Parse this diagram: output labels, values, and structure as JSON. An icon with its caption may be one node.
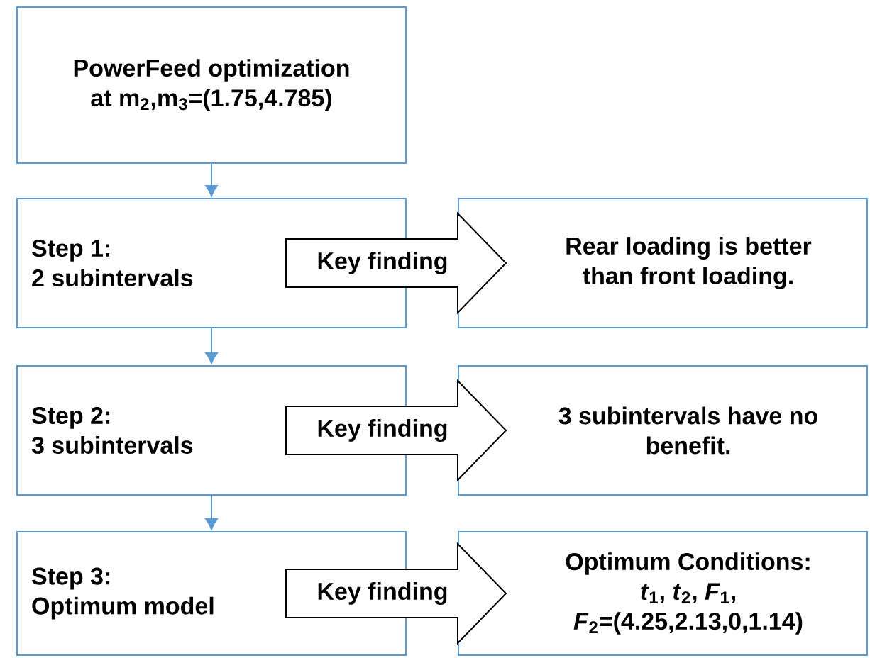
{
  "diagram": {
    "nodes": [
      {
        "text": [
          "PowerFeed optimization at m$_{2}$,m$_{3}$=(1.75,4.785)"
        ]
      },
      {
        "text": [
          "Step 1:",
          "2 subintervals"
        ]
      },
      {
        "text": [
          "Rear loading is better than front loading."
        ]
      },
      {
        "text": [
          "Step 2:",
          "3 subintervals"
        ]
      },
      {
        "text": [
          "3 subintervals have no benefit."
        ]
      },
      {
        "text": [
          "Step 3:",
          "Optimum model"
        ]
      },
      {
        "text": [
          "Optimum Conditions:",
          "*t*$_{1}$, *t*$_{2}$, *F*$_{1}$, *F*$_{2}$=(4.25,2.13,0,1.14)"
        ]
      }
    ],
    "edges": [
      {
        "from": 0,
        "to": 1,
        "arrow": "to"
      },
      {
        "from": 1,
        "to": 2,
        "arrow": "to",
        "label": "Key finding",
        "style": "thick",
        "color": "#000000"
      },
      {
        "from": 1,
        "to": 3,
        "arrow": "to"
      },
      {
        "from": 3,
        "to": 4,
        "arrow": "to",
        "label": "Key finding",
        "style": "thick",
        "color": "#000000"
      },
      {
        "from": 3,
        "to": 5,
        "arrow": "to"
      },
      {
        "from": 5,
        "to": 6,
        "arrow": "to",
        "label": "Key finding",
        "style": "thick",
        "color": "#000000"
      }
    ]
  }
}
